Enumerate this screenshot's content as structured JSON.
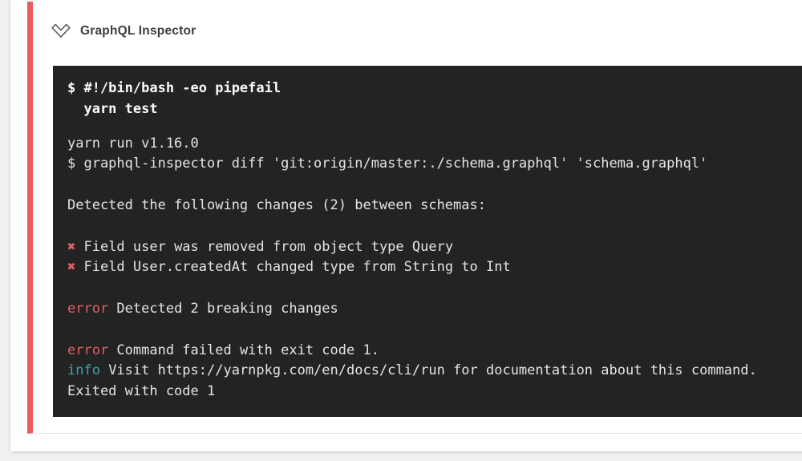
{
  "colors": {
    "page_background": "#f1f1f1",
    "card_background": "#ffffff",
    "accent_fail": "#ec5c5c",
    "terminal_background": "#232323",
    "terminal_text": "#e4e4e2",
    "terminal_command_text": "#fafafa",
    "error": "#e25f63",
    "info": "#3fa2b2",
    "divider": "#e2e2e2",
    "title_text": "#3d3d3d"
  },
  "header": {
    "title": "GraphQL Inspector",
    "collapse_icon": "chevron-double-down-icon",
    "status": "failed"
  },
  "terminal": {
    "command_lines": [
      "$ #!/bin/bash -eo pipefail",
      "  yarn test"
    ],
    "output_lines": [
      {
        "segments": [
          {
            "text": "yarn run v1.16.0"
          }
        ]
      },
      {
        "segments": [
          {
            "text": "$ graphql-inspector diff 'git:origin/master:./schema.graphql' 'schema.graphql'"
          }
        ]
      },
      {
        "segments": []
      },
      {
        "segments": [
          {
            "text": "Detected the following changes (2) between schemas:"
          }
        ]
      },
      {
        "segments": []
      },
      {
        "segments": [
          {
            "text": "✖",
            "style": "error"
          },
          {
            "text": " Field user was removed from object type Query"
          }
        ]
      },
      {
        "segments": [
          {
            "text": "✖",
            "style": "error"
          },
          {
            "text": " Field User.createdAt changed type from String to Int"
          }
        ]
      },
      {
        "segments": []
      },
      {
        "segments": [
          {
            "text": "error",
            "style": "error"
          },
          {
            "text": " Detected 2 breaking changes"
          }
        ]
      },
      {
        "segments": []
      },
      {
        "segments": [
          {
            "text": "error",
            "style": "error"
          },
          {
            "text": " Command failed with exit code 1."
          }
        ]
      },
      {
        "segments": [
          {
            "text": "info",
            "style": "info"
          },
          {
            "text": " Visit https://yarnpkg.com/en/docs/cli/run for documentation about this command."
          }
        ]
      },
      {
        "segments": [
          {
            "text": "Exited with code 1"
          }
        ]
      }
    ]
  }
}
